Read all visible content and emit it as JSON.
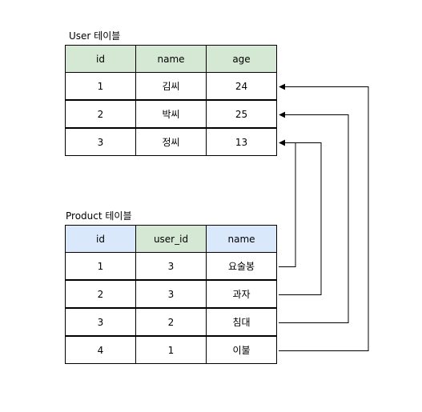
{
  "user_table": {
    "caption": "User 테이블",
    "header_color": "#d5e8d4",
    "columns": [
      "id",
      "name",
      "age"
    ],
    "rows": [
      [
        "1",
        "김씨",
        "24"
      ],
      [
        "2",
        "박씨",
        "25"
      ],
      [
        "3",
        "정씨",
        "13"
      ]
    ]
  },
  "product_table": {
    "caption": "Product 테이블",
    "header_colors": [
      "#dae8fc",
      "#d5e8d4",
      "#dae8fc"
    ],
    "columns": [
      "id",
      "user_id",
      "name"
    ],
    "rows": [
      [
        "1",
        "3",
        "요술봉"
      ],
      [
        "2",
        "3",
        "과자"
      ],
      [
        "3",
        "2",
        "침대"
      ],
      [
        "4",
        "1",
        "이불"
      ]
    ]
  },
  "relations": [
    {
      "product_row": 1,
      "user_row": 3
    },
    {
      "product_row": 2,
      "user_row": 3
    },
    {
      "product_row": 3,
      "user_row": 2
    },
    {
      "product_row": 4,
      "user_row": 1
    }
  ]
}
